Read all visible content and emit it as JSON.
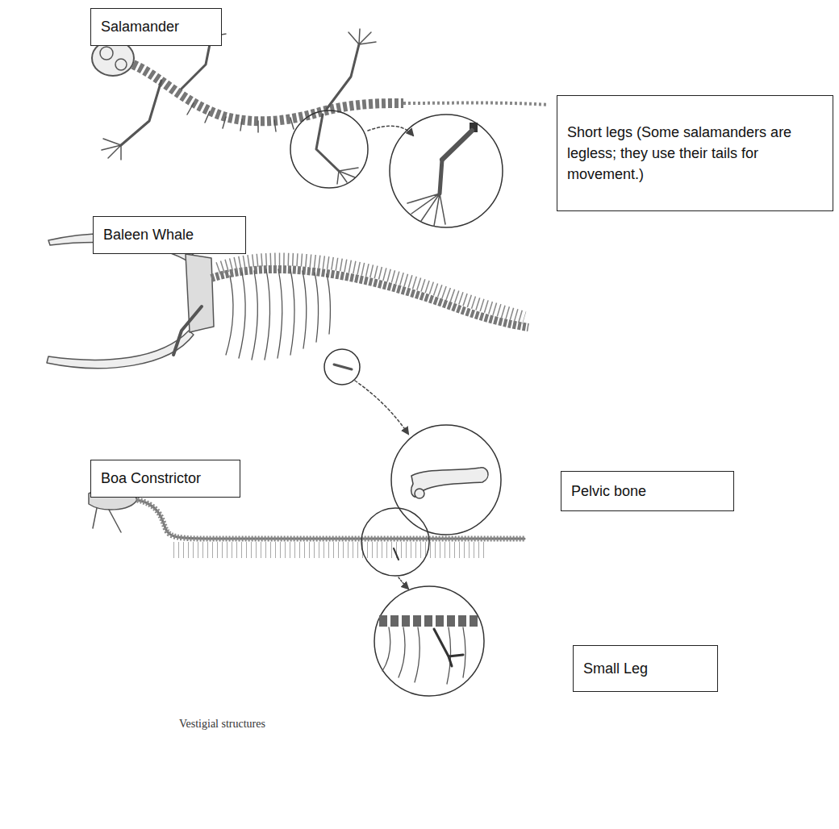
{
  "diagram": {
    "caption": "Vestigial structures",
    "nodes": [
      {
        "text": [
          "Salamander"
        ]
      },
      {
        "text": [
          "Short legs (Some salamanders are legless; they use their tails for movement.)"
        ]
      },
      {
        "text": [
          "Baleen Whale"
        ]
      },
      {
        "text": [
          "Pelvic bone"
        ]
      },
      {
        "text": [
          "Boa Constrictor"
        ]
      },
      {
        "text": [
          "Small Leg"
        ]
      }
    ]
  }
}
